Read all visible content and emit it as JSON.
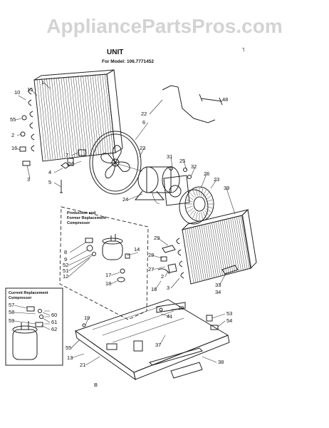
{
  "watermark": "AppliancePartsPros.com",
  "title": "UNIT",
  "model_line": "For Model: 106.7771452",
  "box_production": [
    "Production and",
    "Former Replacement",
    "Compressor"
  ],
  "box_current": [
    "Current Replacement",
    "Compressor"
  ],
  "bottom_mark": "B",
  "part_labels": [
    "1",
    "15",
    "10",
    "55",
    "2",
    "16",
    "3",
    "7",
    "56",
    "4",
    "5",
    "22",
    "48",
    "6",
    "23",
    "31",
    "25",
    "32",
    "26",
    "23",
    "39",
    "24",
    "8",
    "9",
    "52",
    "51",
    "12",
    "14",
    "17",
    "18",
    "29",
    "28",
    "27",
    "2",
    "16",
    "3",
    "33",
    "34",
    "19",
    "41",
    "53",
    "54",
    "57",
    "58",
    "59",
    "60",
    "61",
    "62",
    "19",
    "55",
    "13",
    "21",
    "37",
    "38"
  ]
}
